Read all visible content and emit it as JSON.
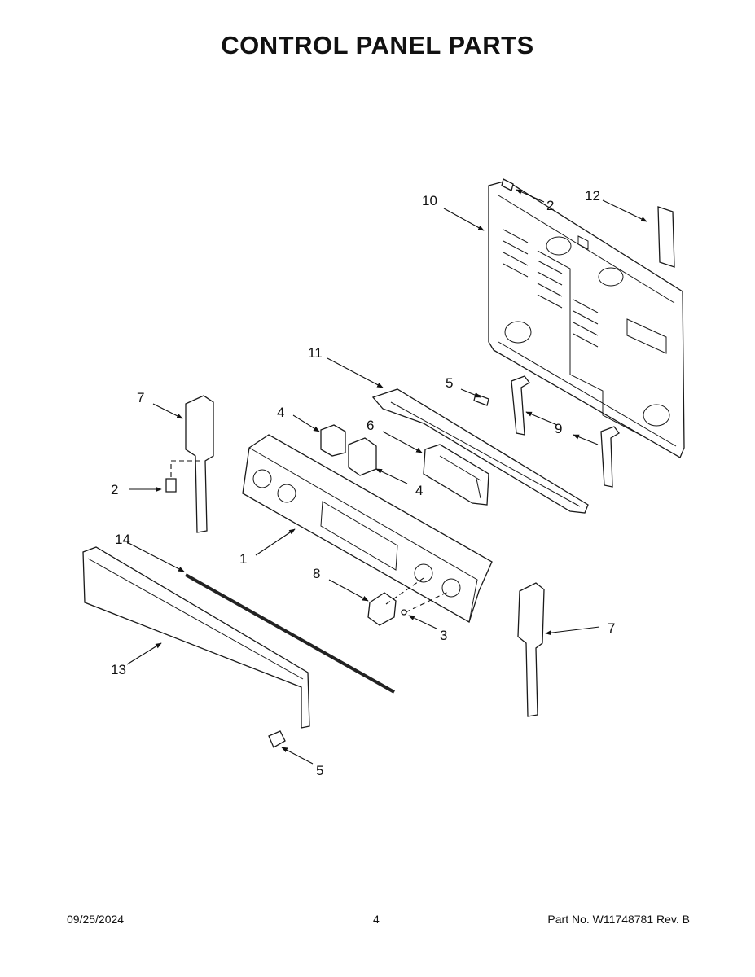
{
  "page": {
    "title": "CONTROL PANEL PARTS",
    "date": "09/25/2024",
    "page_number": "4",
    "part_number": "Part No.  W11748781  Rev.  B"
  },
  "callouts": [
    "1",
    "2",
    "2",
    "3",
    "4",
    "4",
    "5",
    "5",
    "6",
    "7",
    "7",
    "8",
    "9",
    "10",
    "11",
    "12",
    "13",
    "14"
  ]
}
